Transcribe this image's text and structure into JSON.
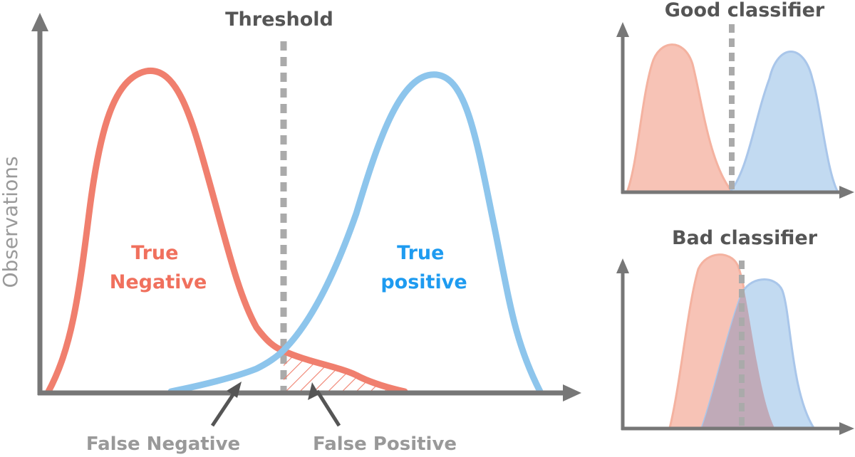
{
  "colors": {
    "axis": "#777777",
    "negative": "#F07F6E",
    "positive": "#8DC5EC",
    "negative_fill": "#F7C3B6",
    "positive_fill": "#C2DAF1",
    "overlap_fill": "#C0AAB8",
    "threshold": "#AAAAAA",
    "text_dark": "#555555",
    "text_gray": "#9A9A9A",
    "label_negative": "#F0705D",
    "label_positive": "#1E9BF0"
  },
  "main": {
    "threshold_label": "Threshold",
    "y_axis_label": "Observations",
    "true_negative": [
      "True",
      "Negative"
    ],
    "true_positive": [
      "True",
      "positive"
    ],
    "false_negative_label": "False Negative",
    "false_positive_label": "False Positive"
  },
  "good_panel": {
    "title": "Good classifier"
  },
  "bad_panel": {
    "title": "Bad classifier"
  }
}
